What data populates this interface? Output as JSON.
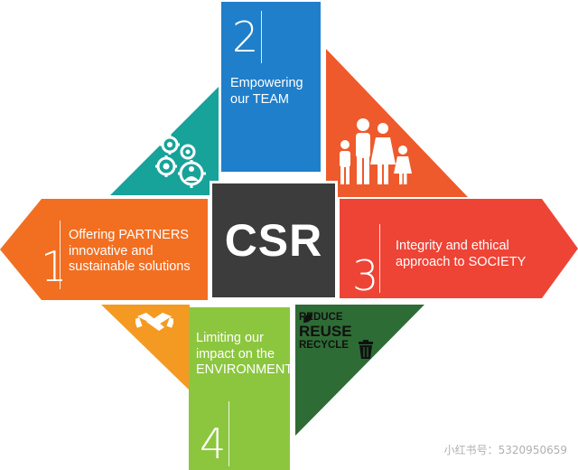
{
  "center": {
    "label": "CSR"
  },
  "pillars": [
    {
      "number": "1",
      "lines": [
        "Offering PARTNERS",
        "innovative and",
        "sustainable solutions"
      ],
      "color": "#f26f21"
    },
    {
      "number": "2",
      "lines": [
        "Empowering",
        "our TEAM"
      ],
      "color": "#1f7fcb"
    },
    {
      "number": "3",
      "lines": [
        "Integrity and ethical",
        "approach to SOCIETY"
      ],
      "color": "#ed4436"
    },
    {
      "number": "4",
      "lines": [
        "Limiting our",
        "impact on the",
        "ENVIRONMENT"
      ],
      "color": "#8cc63f"
    }
  ],
  "corners": {
    "top_left": {
      "icon": "gears-people-icon",
      "color": "#17a39a"
    },
    "top_right": {
      "icon": "family-icon",
      "color": "#ee5a2c"
    },
    "bottom_left": {
      "icon": "handshake-icon",
      "color": "#f49a23"
    },
    "bottom_right": {
      "icon": "recycle-bin-icon",
      "color": "#2e6c35",
      "lines": [
        "REDUCE",
        "REUSE",
        "RECYCLE"
      ]
    }
  },
  "watermark": "小红书号：5320950659"
}
